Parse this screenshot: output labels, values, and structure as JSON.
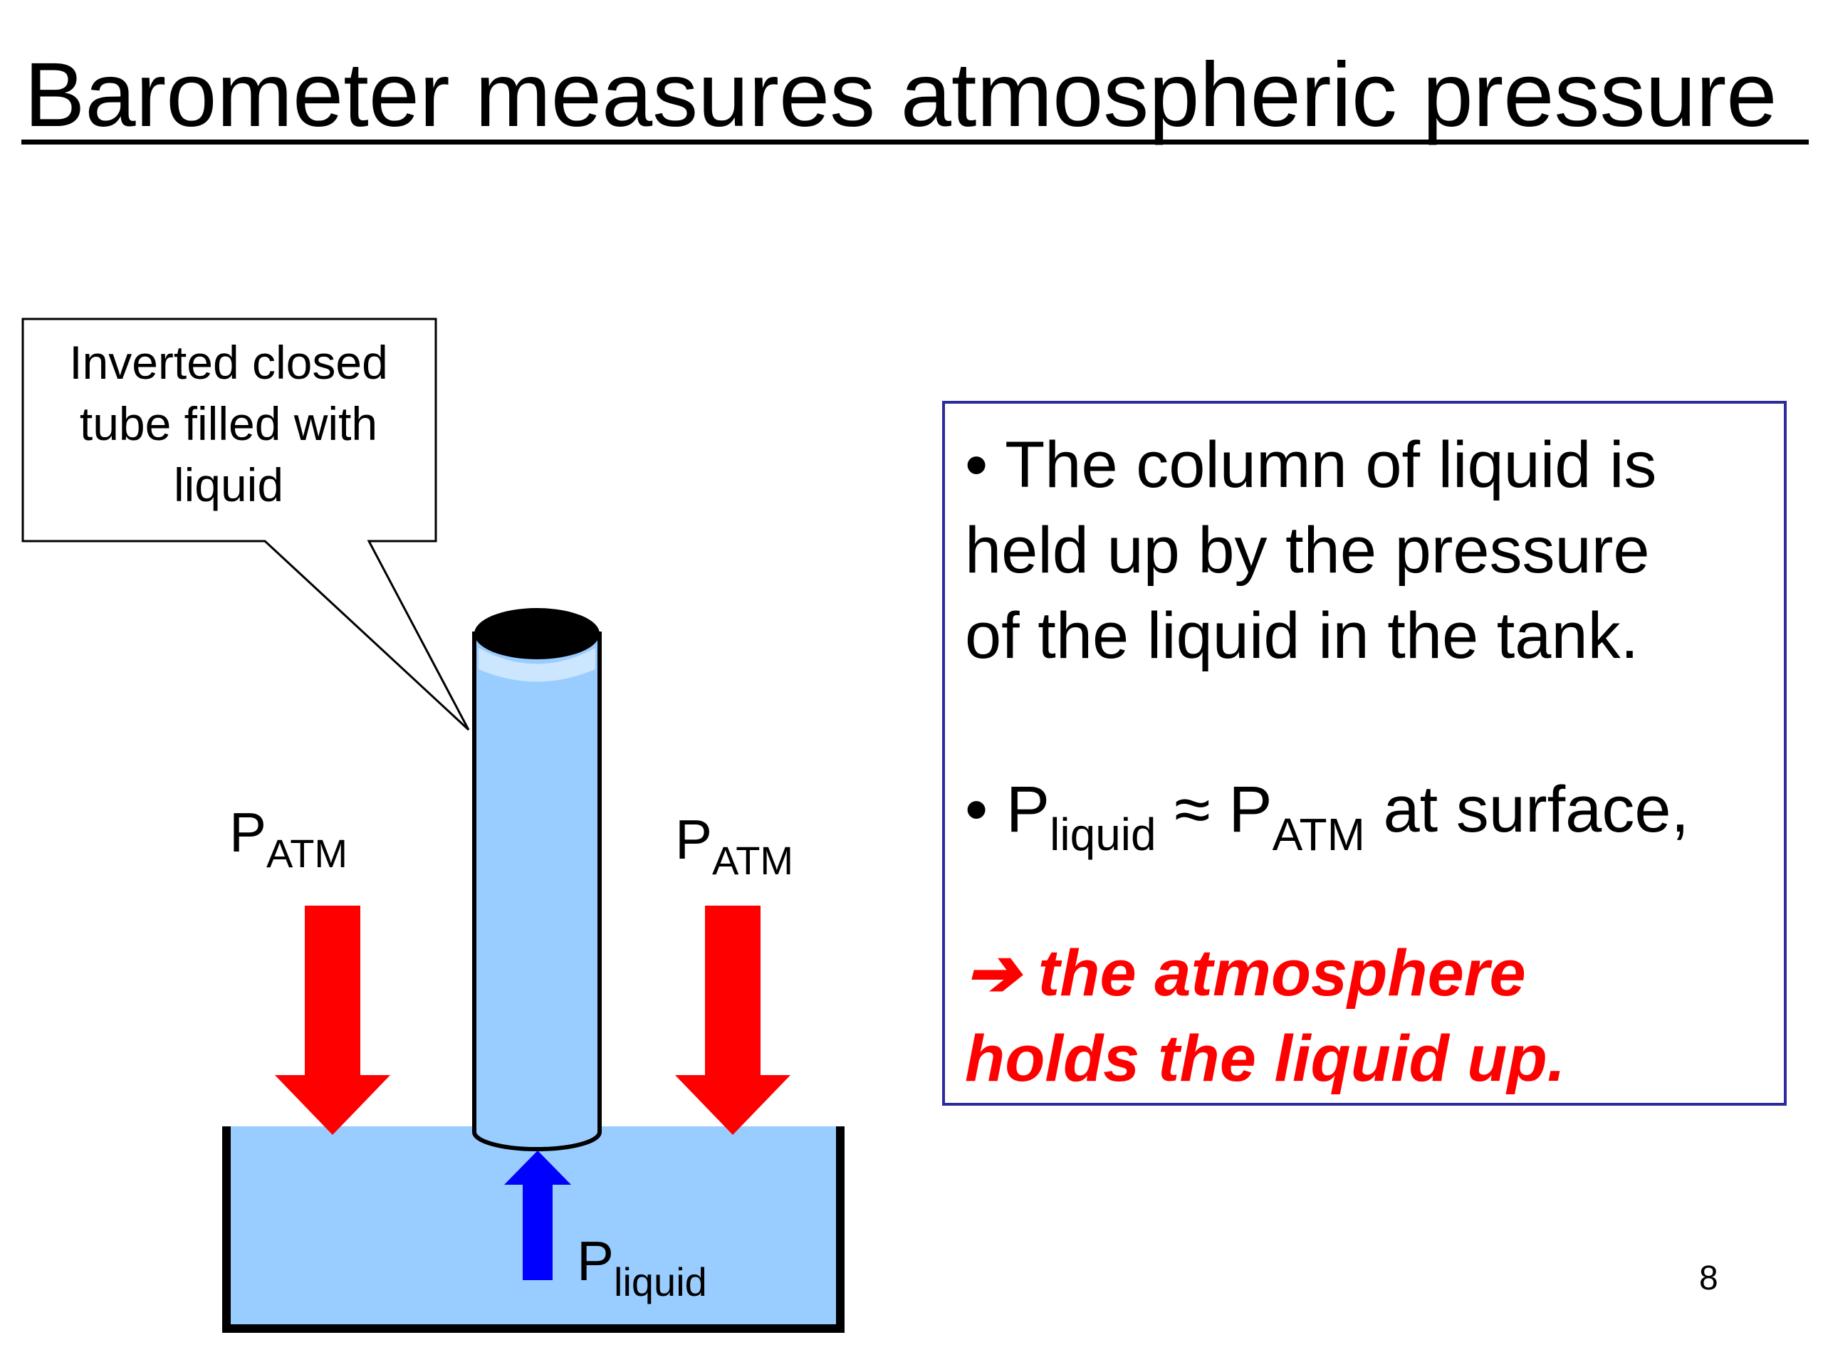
{
  "title": "Barometer measures atmospheric  pressure",
  "callout": {
    "lines": [
      "Inverted closed",
      "tube filled with",
      "liquid"
    ]
  },
  "labels": {
    "p_symbol": "P",
    "atm_sub": "ATM",
    "liquid_sub": "liquid"
  },
  "info": {
    "p1_lines": [
      "• The column of liquid is",
      "held up by the pressure",
      "of the liquid in the tank."
    ],
    "p2_bullet": "• ",
    "p2_p1": "P",
    "p2_sub1": "liquid",
    "p2_approx": " ≈ ",
    "p2_p2": "P",
    "p2_sub2": "ATM",
    "p2_tail": " at surface,",
    "p3_arrow": "➔",
    "p3_lines": [
      " the atmosphere",
      "holds the liquid up."
    ]
  },
  "page_number": "8",
  "colors": {
    "liquid": "#99ccff",
    "liquid_highlight": "#cce6ff",
    "force_arrow": "#ff0000",
    "liquid_pressure_arrow": "#0000ff",
    "emphasis_text": "#ff0000",
    "box_border": "#2b2b9b"
  }
}
